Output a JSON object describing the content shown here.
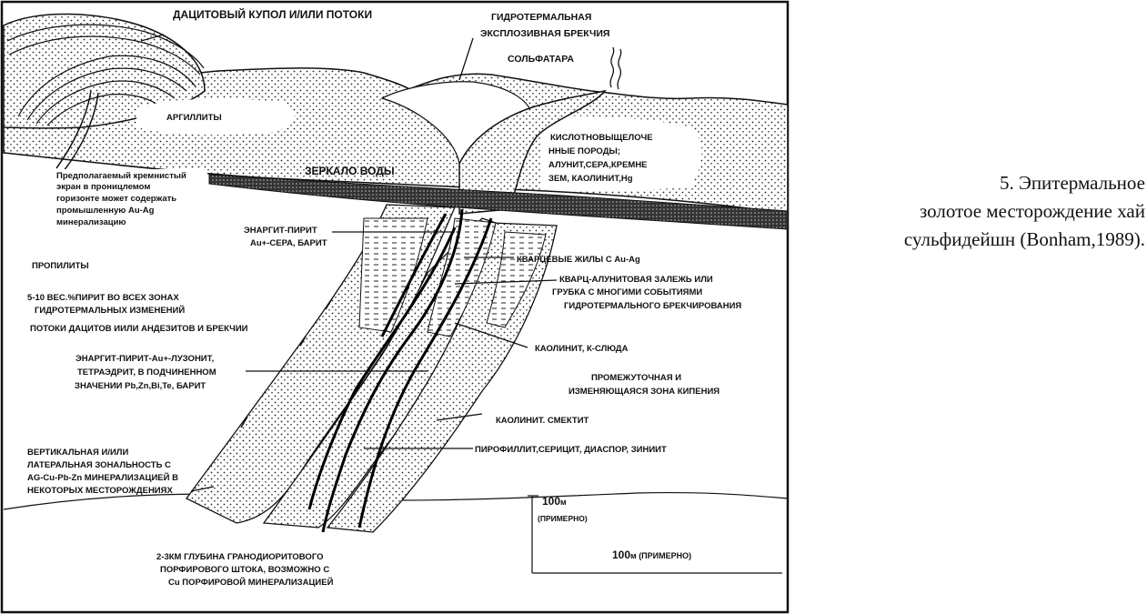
{
  "labels": {
    "dacite_dome": "ДАЦИТОВЫЙ КУПОЛ И/ИЛИ ПОТОКИ",
    "hydrothermal_breccia_1": "ГИДРОТЕРМАЛЬНАЯ",
    "hydrothermal_breccia_2": "ЭКСПЛОЗИВНАЯ БРЕКЧИЯ",
    "solfatara": "СОЛЬФАТАРА",
    "argillites": "АРГИЛЛИТЫ",
    "acid_leached_1": "КИСЛОТНОВЫЩЕЛОЧЕ",
    "acid_leached_2": "ННЫЕ ПОРОДЫ;",
    "acid_leached_3": "АЛУНИТ,СЕРА,КРЕМНЕ",
    "acid_leached_4": "ЗЕМ, КАОЛИНИТ,Hg",
    "water_table": "ЗЕРКАЛО ВОДЫ",
    "silica_cap_1": "Предполагаемый кремнистый",
    "silica_cap_2": "экран в проницлемом",
    "silica_cap_3": "горизонте может содержать",
    "silica_cap_4": "промышленную Au-Ag",
    "silica_cap_5": "минерализацию",
    "enargite_1": "ЭНАРГИТ-ПИРИТ",
    "enargite_2": "Au+-СЕРА, БАРИТ",
    "quartz_veins": "КВАРЦЕВЫЕ ЖИЛЫ С Au-Ag",
    "quartz_alunite_1": "КВАРЦ-АЛУНИТОВАЯ ЗАЛЕЖЬ ИЛИ",
    "quartz_alunite_2": "ГРУБКА С МНОГИМИ СОБЫТИЯМИ",
    "quartz_alunite_3": "ГИДРОТЕРМАЛЬНОГО БРЕКЧИРОВАНИЯ",
    "propylites": "ПРОПИЛИТЫ",
    "pyrite_1": "5-10 ВЕС.%ПИРИТ ВО ВСЕХ ЗОНАХ",
    "pyrite_2": "ГИДРОТЕРМАЛЬНЫХ ИЗМЕНЕНИЙ",
    "dacite_flows": "ПОТОКИ ДАЦИТОВ ИИЛИ АНДЕЗИТОВ И БРЕКЧИИ",
    "kaolinite_mica": "КАОЛИНИТ, К-СЛЮДА",
    "enargite_luzonite_1": "ЭНАРГИТ-ПИРИТ-Au+-ЛУЗОНИТ,",
    "enargite_luzonite_2": "ТЕТРАЭДРИТ, В ПОДЧИНЕННОМ",
    "enargite_luzonite_3": "ЗНАЧЕНИИ Pb,Zn,Bi,Te, БАРИТ",
    "boiling_zone_1": "ПРОМЕЖУТОЧНАЯ И",
    "boiling_zone_2": "ИЗМЕНЯЮЩАЯСЯ ЗОНА КИПЕНИЯ",
    "kaolinite_smectite": "КАОЛИНИТ. СМЕКТИТ",
    "zonality_1": "ВЕРТИКАЛЬНАЯ И/ИЛИ",
    "zonality_2": "ЛАТЕРАЛЬНАЯ ЗОНАЛЬНОСТЬ С",
    "zonality_3": "AG-Cu-Pb-Zn МИНЕРАЛИЗАЦИЕЙ В",
    "zonality_4": "НЕКОТОРЫХ МЕСТОРОЖДЕНИЯХ",
    "pyrophyllite": "ПИРОФИЛЛИТ,СЕРИЦИТ, ДИАСПОР, ЗИНИИТ",
    "stock_1": "2-3КМ ГЛУБИНА ГРАНОДИОРИТОВОГО",
    "stock_2": "ПОРФИРОВОГО ШТОКА, ВОЗМОЖНО С",
    "stock_3": "Cu ПОРФИРОВОЙ МИНЕРАЛИЗАЦИЕЙ"
  },
  "scale": {
    "vertical_value": "100",
    "vertical_unit": "м",
    "vertical_note": "(ПРИМЕРНО)",
    "horizontal_value": "100",
    "horizontal_unit": "м (ПРИМЕРНО)"
  },
  "caption": {
    "line1": "5.  Эпитермальное",
    "line2": "золотое  месторождение  хай",
    "line3": "сульфидейшн (Bonham,1989)."
  }
}
